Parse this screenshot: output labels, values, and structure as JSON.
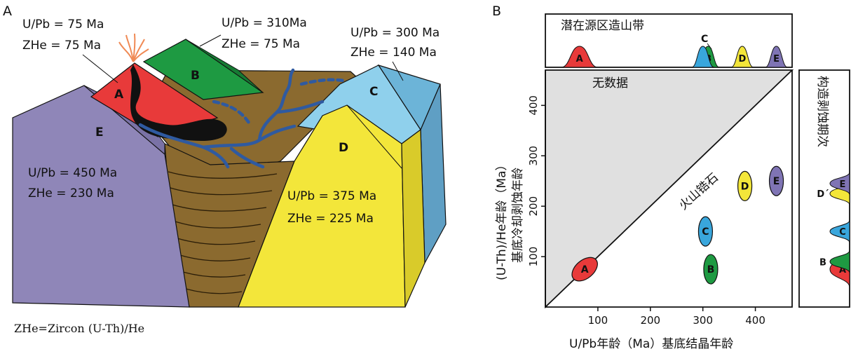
{
  "panel_a": {
    "label": "A",
    "blocks": {
      "A": {
        "letter": "A",
        "upb": "U/Pb = 75 Ma",
        "zhe": "ZHe = 75 Ma",
        "color": "#e83a3a"
      },
      "B": {
        "letter": "B",
        "upb": "U/Pb = 310Ma",
        "zhe": "ZHe = 75 Ma",
        "color": "#1e9a42"
      },
      "C": {
        "letter": "C",
        "upb": "U/Pb = 300 Ma",
        "zhe": "ZHe = 140 Ma",
        "color": "#7ec8e8"
      },
      "D": {
        "letter": "D",
        "upb": "U/Pb = 375 Ma",
        "zhe": "ZHe = 225 Ma",
        "color": "#f3e63a"
      },
      "E": {
        "letter": "E",
        "upb": "U/Pb = 450 Ma",
        "zhe": "ZHe = 230 Ma",
        "color": "#8f86b8"
      }
    },
    "footnote": "ZHe=Zircon (U-Th)/He",
    "basin_color": "#8b6a2f",
    "river_color": "#2f5aa0"
  },
  "panel_b": {
    "label": "B",
    "top_box_title": "潜在源区造山带",
    "top_peaks": [
      {
        "letter": "A",
        "x": 65,
        "color": "#e83a3a"
      },
      {
        "letter": "B",
        "x": 310,
        "color": "#1e9a42"
      },
      {
        "letter": "C",
        "x": 300,
        "color": "#39a6dc"
      },
      {
        "letter": "D",
        "x": 375,
        "color": "#f3e63a"
      },
      {
        "letter": "E",
        "x": 440,
        "color": "#7f74b4"
      }
    ],
    "no_data_label": "无数据",
    "diagonal_label": "火山锆石",
    "right_box_title": "构造剥蚀期次",
    "right_peaks": [
      {
        "letter": "A",
        "y": 75,
        "color": "#e83a3a"
      },
      {
        "letter": "B",
        "y": 90,
        "color": "#1e9a42"
      },
      {
        "letter": "C",
        "y": 150,
        "color": "#39a6dc"
      },
      {
        "letter": "D´",
        "y": 225,
        "color": "#f3e63a"
      },
      {
        "letter": "E",
        "y": 245,
        "color": "#7f74b4"
      }
    ]
  },
  "chart_data": {
    "type": "scatter",
    "x_ticks": [
      "100",
      "200",
      "300",
      "400"
    ],
    "y_ticks": [
      "100",
      "200",
      "300",
      "400"
    ],
    "xlabel": "U/Pb年龄（Ma）基底结晶年龄",
    "ylabel_line1": "(U-Th)/He年龄（Ma）",
    "ylabel_line2": "基底冷却剥蚀年龄",
    "xlim": [
      0,
      470
    ],
    "ylim": [
      0,
      470
    ],
    "points": [
      {
        "label": "A",
        "x": 75,
        "y": 75,
        "color": "#e83a3a",
        "tilt": true
      },
      {
        "label": "B",
        "x": 315,
        "y": 75,
        "color": "#1e9a42"
      },
      {
        "label": "C",
        "x": 305,
        "y": 150,
        "color": "#39a6dc"
      },
      {
        "label": "D",
        "x": 380,
        "y": 240,
        "color": "#f3e63a"
      },
      {
        "label": "E",
        "x": 440,
        "y": 250,
        "color": "#7f74b4"
      }
    ]
  }
}
